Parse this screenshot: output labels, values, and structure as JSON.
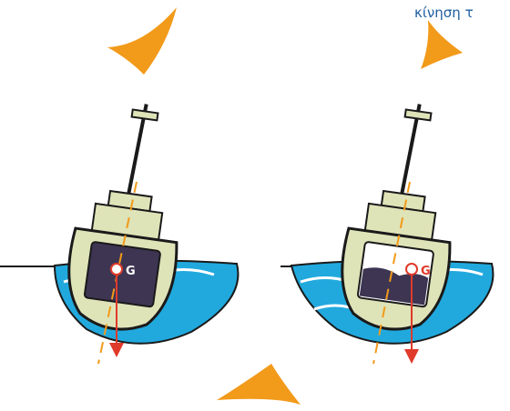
{
  "caption": "κίνηση τ",
  "left_panel": {
    "g_label": "G"
  },
  "right_panel": {
    "g_label": "G"
  },
  "colors": {
    "arrow": "#f29a1a",
    "sea": "#21a9de",
    "hull": "#dfe3b8",
    "outline": "#1a1a1a",
    "cargo": "#3d3552",
    "gravity_vector": "#e03a2a",
    "axis": "#f29a1a"
  },
  "icons": [
    "rotation-arrow-icon"
  ]
}
